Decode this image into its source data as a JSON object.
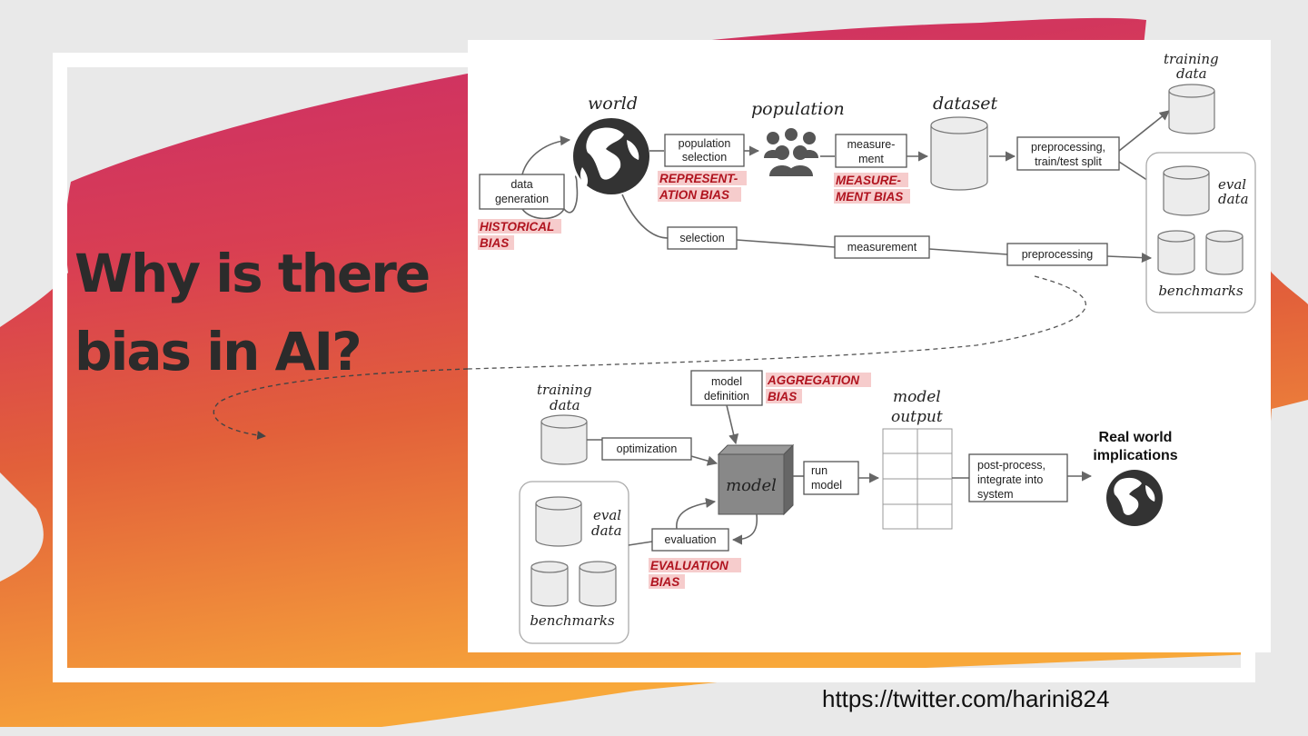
{
  "slide": {
    "title_line1": "Why is there",
    "title_line2": "bias in AI?",
    "credit": "https://twitter.com/harini824"
  },
  "colors": {
    "brush_top": "#d0306a",
    "brush_mid": "#e0553f",
    "brush_bottom": "#f6a03a",
    "bias_text": "#b0141f",
    "bias_highlight": "#f6cccc"
  },
  "diagram": {
    "top": {
      "world": "world",
      "data_generation": [
        "data",
        "generation"
      ],
      "historical_bias": [
        "HISTORICAL",
        "BIAS"
      ],
      "population_selection": [
        "population",
        "selection"
      ],
      "representation_bias": [
        "REPRESENT-",
        "ATION  BIAS"
      ],
      "population": "population",
      "measurement_box": [
        "measure-",
        "ment"
      ],
      "measurement_bias": [
        "MEASURE-",
        "MENT BIAS"
      ],
      "dataset": "dataset",
      "preprocessing_split": [
        "preprocessing,",
        "train/test split"
      ],
      "training_data": [
        "training",
        "data"
      ],
      "eval_data": [
        "eval",
        "data"
      ],
      "benchmarks": "benchmarks",
      "selection": "selection",
      "measurement": "measurement",
      "preprocessing": "preprocessing"
    },
    "bottom": {
      "training_data": [
        "training",
        "data"
      ],
      "optimization": "optimization",
      "model_definition": [
        "model",
        "definition"
      ],
      "aggregation_bias": [
        "AGGREGATION",
        "BIAS"
      ],
      "model": "model",
      "run_model": [
        "run",
        "model"
      ],
      "model_output": [
        "model",
        "output"
      ],
      "post_process": [
        "post-process,",
        "integrate into",
        "system"
      ],
      "real_world": [
        "Real world",
        "implications"
      ],
      "eval_data": [
        "eval",
        "data"
      ],
      "benchmarks": "benchmarks",
      "evaluation": "evaluation",
      "evaluation_bias": [
        "EVALUATION",
        "BIAS"
      ]
    }
  }
}
